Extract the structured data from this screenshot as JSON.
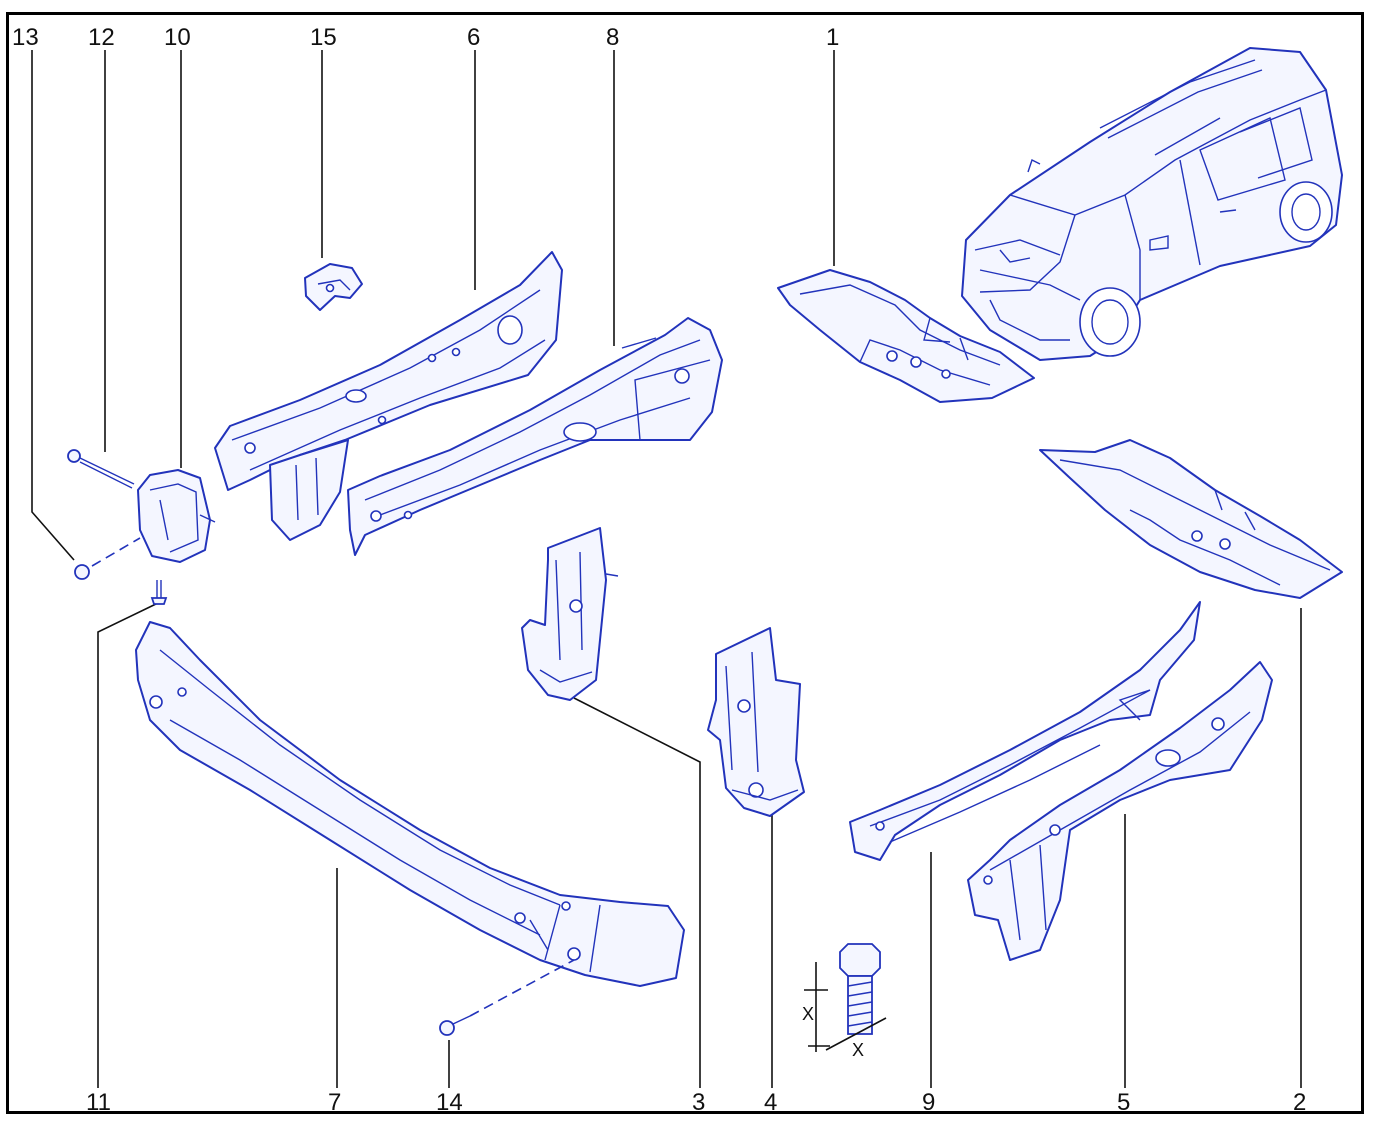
{
  "labels": {
    "l1": "1",
    "l2": "2",
    "l3": "3",
    "l4": "4",
    "l5": "5",
    "l6": "6",
    "l7": "7",
    "l8": "8",
    "l9": "9",
    "l10": "10",
    "l11": "11",
    "l12": "12",
    "l13": "13",
    "l14": "14",
    "l15": "15"
  },
  "bolt_dimension": {
    "x1": "X",
    "x2": "X"
  },
  "colors": {
    "line": "#2233bb",
    "frame": "#000000",
    "label": "#111111"
  }
}
